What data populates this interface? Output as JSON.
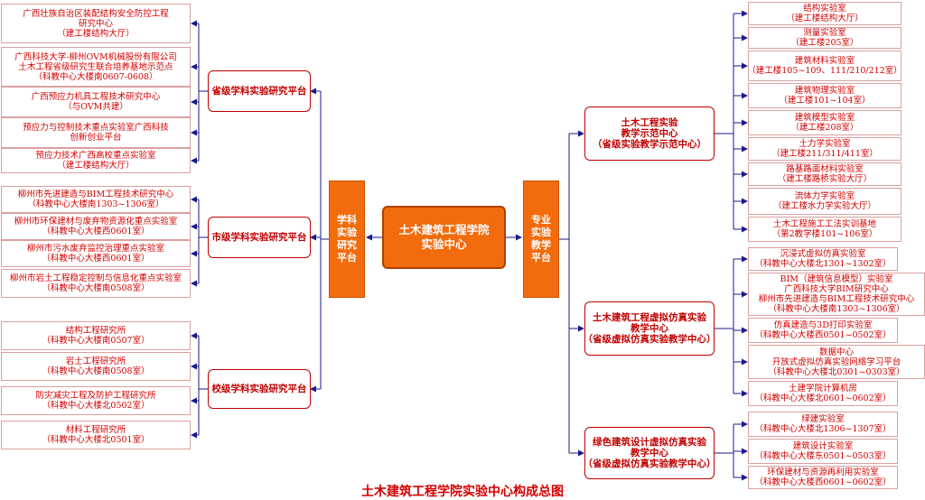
{
  "title": "土木建筑工程学院实验中心构成总图",
  "center": [
    "土木建筑工程学院",
    "实验中心"
  ],
  "left_branch": [
    "学科",
    "实验",
    "研究",
    "平台"
  ],
  "right_branch": [
    "专业",
    "实验",
    "教学",
    "平台"
  ],
  "left_groups": [
    {
      "label": [
        "省级学科实验研究平台"
      ],
      "items": [
        [
          "广西壮族自治区装配结构安全防控工程",
          "研究中心",
          "（建工楼结构大厅）"
        ],
        [
          "广西科技大学-柳州OVM机械股份有限公司",
          "土木工程省级研究生联合培养基地示范点",
          "（科教中心大楼南0607-0608）"
        ],
        [
          "广西预应力机具工程技术研究中心",
          "（与OVM共建）"
        ],
        [
          "预应力与控制技术重点实验室广西科技",
          "创新创业平台"
        ],
        [
          "预应力技术广西高校重点实验室",
          "（建工楼结构大厅）"
        ]
      ]
    },
    {
      "label": [
        "市级学科实验研究平台"
      ],
      "items": [
        [
          "柳州市先进建造与BIM工程技术研究中心",
          "（科教中心大楼南1303~1306室）"
        ],
        [
          "柳州市环保建材与废弃物资源化重点实验室",
          "（科教中心大楼西0601室）"
        ],
        [
          "柳州市污水废弃监控治理重点实验室",
          "（科教中心大楼西0601室）"
        ],
        [
          "柳州市岩土工程稳定控制与信息化重点实验室",
          "（科教中心大楼南0508室）"
        ]
      ]
    },
    {
      "label": [
        "校级学科实验研究平台"
      ],
      "items": [
        [
          "结构工程研究所",
          "（科教中心大楼南0507室）"
        ],
        [
          "岩土工程研究所",
          "（科教中心大楼南0508室）"
        ],
        [
          "防灾减灾工程及防护工程研究所",
          "（科教中心大楼北0502室）"
        ],
        [
          "材料工程研究所",
          "（科教中心大楼北0501室）"
        ]
      ]
    }
  ],
  "right_groups": [
    {
      "label": [
        "土木工程实验",
        "教学示范中心",
        "（省级实验教学示范中心）"
      ],
      "items": [
        [
          "结构实验室",
          "（建工楼结构大厅）"
        ],
        [
          "测量实验室",
          "（建工楼205室）"
        ],
        [
          "建筑材料实验室",
          "（建工楼105~109、111/210/212室）"
        ],
        [
          "建筑物理实验室",
          "（建工楼101~104室）"
        ],
        [
          "建筑模型实验室",
          "（建工楼208室）"
        ],
        [
          "土力学实验室",
          "（建工楼211/311/411室）"
        ],
        [
          "路基路面材料实验室",
          "（建工楼路桥实验大厅）"
        ],
        [
          "流体力学实验室",
          "（建工楼水力学实验大厅）"
        ],
        [
          "土木工程施工工法实训基地",
          "（第2教学楼101~106室）"
        ]
      ]
    },
    {
      "label": [
        "土木建筑工程虚拟仿真实验",
        "教学中心",
        "（省级虚拟仿真实验教学中心）"
      ],
      "items": [
        [
          "沉浸式虚拟仿真实验室",
          "（科教中心大楼北1301~1302室）"
        ],
        [
          "BIM（建筑信息模型）实验室",
          "广西科技大学BIM研究中心",
          "柳州市先进建造与BIM工程技术研究中心",
          "（科教中心大楼南1303~1306室）"
        ],
        [
          "仿真建造与3D打印实验室",
          "（科教中心大楼西0501~0502室）"
        ],
        [
          "数据中心",
          "开放式虚拟仿真实验网络学习平台",
          "（科教中心大楼北0301~0303室）"
        ],
        [
          "土建学院计算机房",
          "（科教中心大楼北0601~0602室）"
        ]
      ]
    },
    {
      "label": [
        "绿色建筑设计虚拟仿真实验",
        "教学中心",
        "（省级虚拟仿真实验教学中心）"
      ],
      "items": [
        [
          "绿建实验室",
          "（科教中心大楼北1306~1307室）"
        ],
        [
          "建筑设计实验室",
          "（科教中心大楼东0501~0503室）"
        ],
        [
          "环保建材与资源再利用实验室",
          "（科教中心大楼西0601~0602室）"
        ]
      ]
    }
  ],
  "colors": {
    "text": "#d40000",
    "border": "#c00000",
    "orange": "#f26b0c",
    "wire": "#1a1a8c"
  }
}
